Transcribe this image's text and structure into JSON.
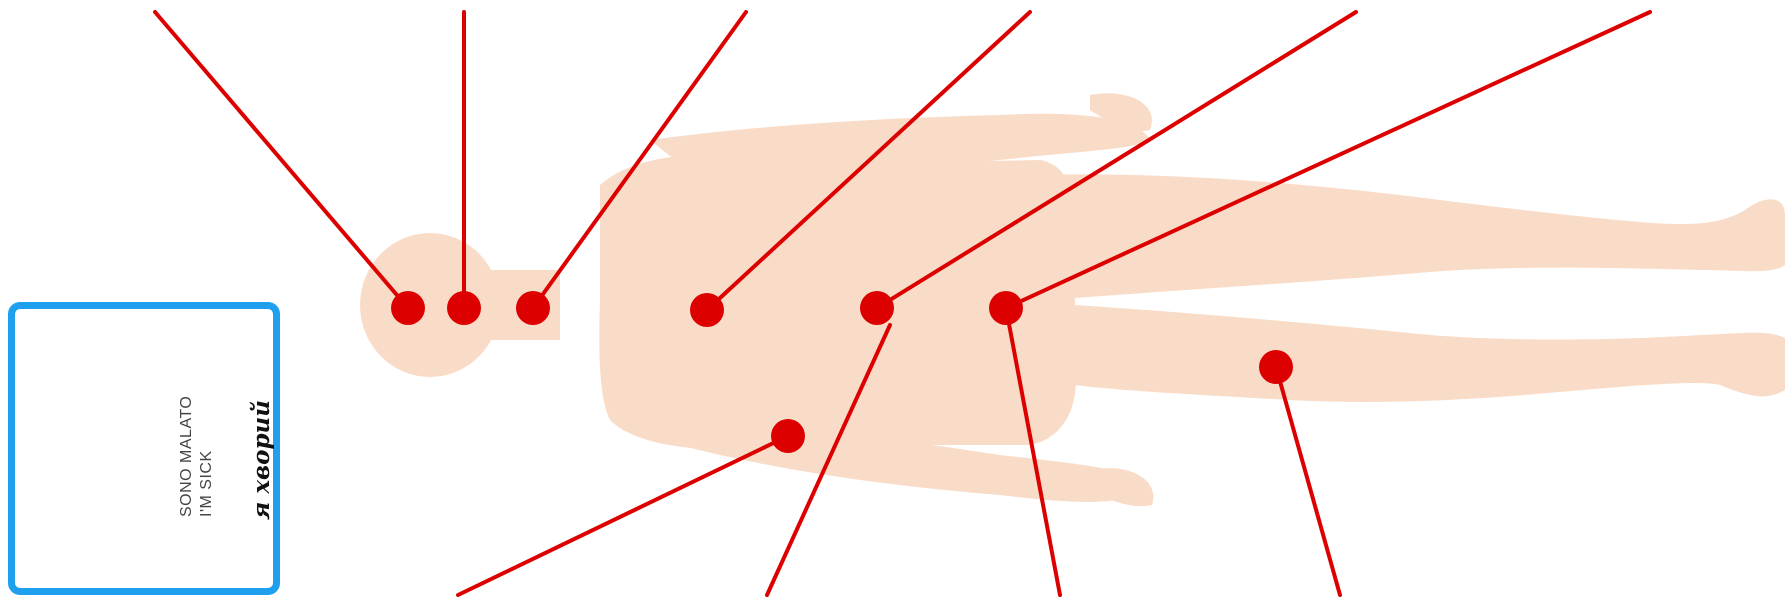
{
  "card": {
    "caption_it": "SONO MALATO",
    "caption_en": "I'M SICK",
    "caption_ru": "я хворий",
    "border_color": "#1ea0ef"
  },
  "colors": {
    "body_silhouette": "#f9dcc8",
    "pointer": "#dd0000"
  },
  "pointers_top_count": 6,
  "pointers_bottom_count": 4
}
